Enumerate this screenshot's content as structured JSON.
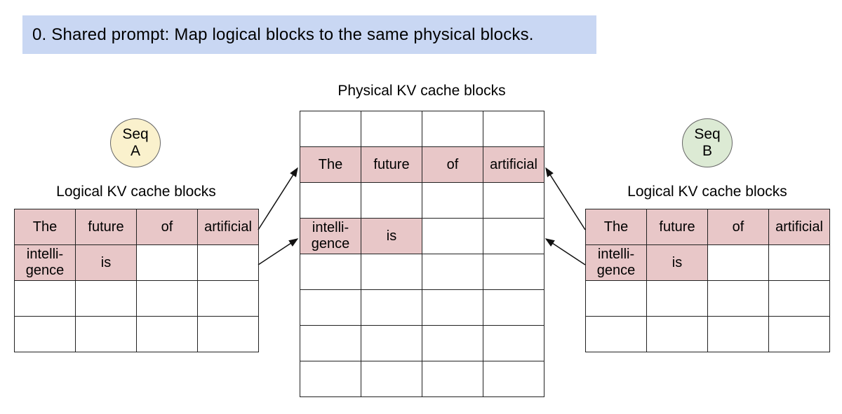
{
  "banner": {
    "text": "0. Shared prompt: Map logical blocks to the same physical blocks."
  },
  "physical": {
    "title": "Physical KV cache blocks",
    "rows": [
      [
        {
          "t": "",
          "h": false
        },
        {
          "t": "",
          "h": false
        },
        {
          "t": "",
          "h": false
        },
        {
          "t": "",
          "h": false
        }
      ],
      [
        {
          "t": "The",
          "h": true
        },
        {
          "t": "future",
          "h": true
        },
        {
          "t": "of",
          "h": true
        },
        {
          "t": "artificial",
          "h": true
        }
      ],
      [
        {
          "t": "",
          "h": false
        },
        {
          "t": "",
          "h": false
        },
        {
          "t": "",
          "h": false
        },
        {
          "t": "",
          "h": false
        }
      ],
      [
        {
          "t": "intelli-\ngence",
          "h": true
        },
        {
          "t": "is",
          "h": true
        },
        {
          "t": "",
          "h": false
        },
        {
          "t": "",
          "h": false
        }
      ],
      [
        {
          "t": "",
          "h": false
        },
        {
          "t": "",
          "h": false
        },
        {
          "t": "",
          "h": false
        },
        {
          "t": "",
          "h": false
        }
      ],
      [
        {
          "t": "",
          "h": false
        },
        {
          "t": "",
          "h": false
        },
        {
          "t": "",
          "h": false
        },
        {
          "t": "",
          "h": false
        }
      ],
      [
        {
          "t": "",
          "h": false
        },
        {
          "t": "",
          "h": false
        },
        {
          "t": "",
          "h": false
        },
        {
          "t": "",
          "h": false
        }
      ],
      [
        {
          "t": "",
          "h": false
        },
        {
          "t": "",
          "h": false
        },
        {
          "t": "",
          "h": false
        },
        {
          "t": "",
          "h": false
        }
      ]
    ]
  },
  "seq_a": {
    "text": "Seq\nA",
    "logical": {
      "title": "Logical KV cache blocks",
      "rows": [
        [
          {
            "t": "The",
            "h": true
          },
          {
            "t": "future",
            "h": true
          },
          {
            "t": "of",
            "h": true
          },
          {
            "t": "artificial",
            "h": true
          }
        ],
        [
          {
            "t": "intelli-\ngence",
            "h": true
          },
          {
            "t": "is",
            "h": true
          },
          {
            "t": "",
            "h": false
          },
          {
            "t": "",
            "h": false
          }
        ],
        [
          {
            "t": "",
            "h": false
          },
          {
            "t": "",
            "h": false
          },
          {
            "t": "",
            "h": false
          },
          {
            "t": "",
            "h": false
          }
        ],
        [
          {
            "t": "",
            "h": false
          },
          {
            "t": "",
            "h": false
          },
          {
            "t": "",
            "h": false
          },
          {
            "t": "",
            "h": false
          }
        ]
      ]
    }
  },
  "seq_b": {
    "text": "Seq\nB",
    "logical": {
      "title": "Logical KV cache blocks",
      "rows": [
        [
          {
            "t": "The",
            "h": true
          },
          {
            "t": "future",
            "h": true
          },
          {
            "t": "of",
            "h": true
          },
          {
            "t": "artificial",
            "h": true
          }
        ],
        [
          {
            "t": "intelli-\ngence",
            "h": true
          },
          {
            "t": "is",
            "h": true
          },
          {
            "t": "",
            "h": false
          },
          {
            "t": "",
            "h": false
          }
        ],
        [
          {
            "t": "",
            "h": false
          },
          {
            "t": "",
            "h": false
          },
          {
            "t": "",
            "h": false
          },
          {
            "t": "",
            "h": false
          }
        ],
        [
          {
            "t": "",
            "h": false
          },
          {
            "t": "",
            "h": false
          },
          {
            "t": "",
            "h": false
          },
          {
            "t": "",
            "h": false
          }
        ]
      ]
    }
  },
  "colors": {
    "banner_bg": "#c9d7f3",
    "highlight": "#e8c7c8",
    "seq_a_bg": "#faf1cd",
    "seq_b_bg": "#dcead4",
    "border": "#222222",
    "arrow": "#111111"
  }
}
